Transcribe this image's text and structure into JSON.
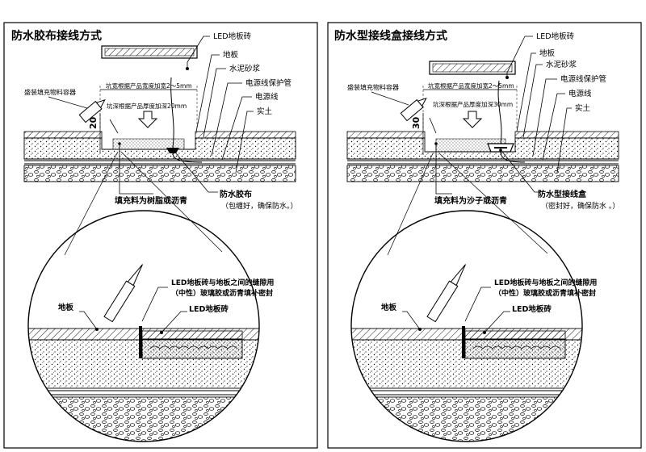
{
  "panels": [
    {
      "title": "防水胶布接线方式",
      "led_label": "LED地板砖",
      "floor_label": "地板",
      "mortar_label": "水泥砂浆",
      "conduit_label": "电源线保护管",
      "cable_label": "电源线",
      "soil_label": "实土",
      "container_label": "盛装填充物料容器",
      "width_note": "坑宽根据产品宽度加宽2～5mm",
      "depth_note": "坑深根据产品厚度加深20mm",
      "depth_value": "20",
      "filler_label": "填充料为树脂或沥青",
      "seal_label": "防水胶布",
      "seal_note": "（包缠好，确保防水。）",
      "detail_gap_line1": "LED地板砖与地板之间的缝隙用",
      "detail_gap_line2": "（中性）玻璃胶或沥青填补密封",
      "detail_floor_label": "地板",
      "detail_led_label": "LED地板砖"
    },
    {
      "title": "防水型接线盒接线方式",
      "led_label": "LED地板砖",
      "floor_label": "地板",
      "mortar_label": "水泥砂浆",
      "conduit_label": "电源线保护管",
      "cable_label": "电源线",
      "soil_label": "实土",
      "container_label": "盛装填充物料容器",
      "width_note": "坑宽根据产品宽度加宽2～5mm",
      "depth_note": "坑深根据产品厚度加深30mm",
      "depth_value": "30",
      "filler_label": "填充料为沙子或沥青",
      "seal_label": "防水型接线盒",
      "seal_note": "（密封好，确保防水 。）",
      "detail_gap_line1": "LED地板砖与地板之间的缝隙用",
      "detail_gap_line2": "（中性）玻璃胶或沥青填补密封",
      "detail_floor_label": "地板",
      "detail_led_label": "LED地板砖"
    }
  ]
}
